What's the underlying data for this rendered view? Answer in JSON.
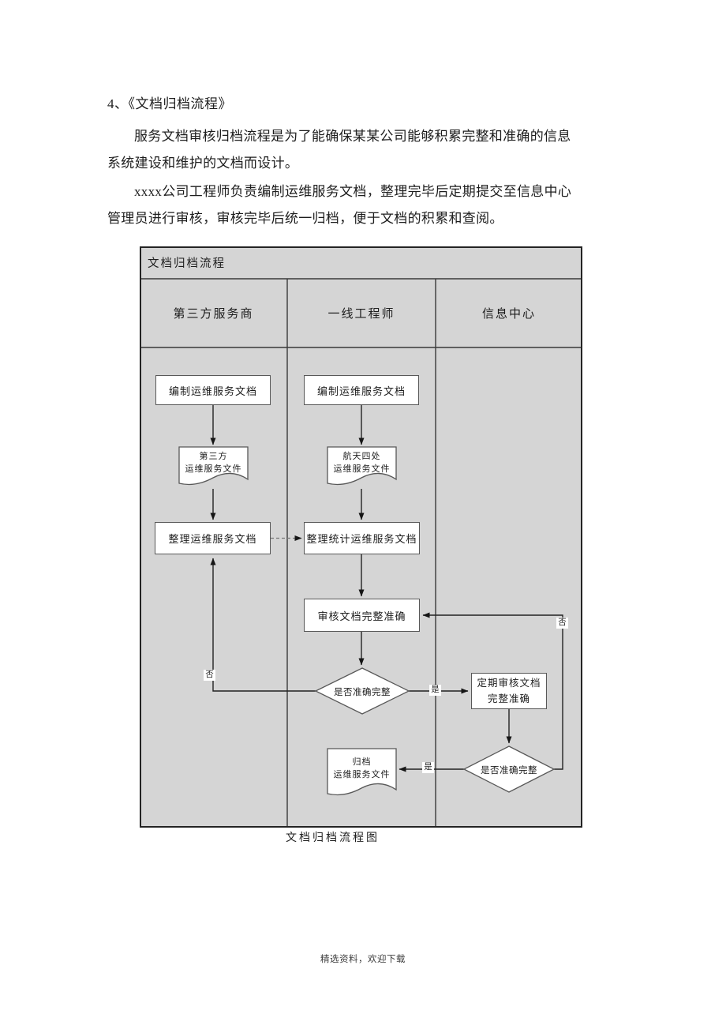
{
  "document": {
    "heading": "4、《文档归档流程》",
    "para1_line1": "服务文档审核归档流程是为了能确保某某公司能够积累完整和准确的信息",
    "para1_line2": "系统建设和维护的文档而设计。",
    "para2_line1": "xxxx公司工程师负责编制运维服务文档，整理完毕后定期提交至信息中心",
    "para2_line2": "管理员进行审核，审核完毕后统一归档，便于文档的积累和查阅。",
    "caption": "文档归档流程图",
    "footer": "精选资料，欢迎下载"
  },
  "flowchart": {
    "title": "文档归档流程",
    "lanes": [
      "第三方服务商",
      "一线工程师",
      "信息中心"
    ],
    "nodes": {
      "compile_doc_thirdparty": "编制运维服务文档",
      "compile_doc_engineer": "编制运维服务文档",
      "doc_thirdparty_line1": "第三方",
      "doc_thirdparty_line2": "运维服务文件",
      "doc_engineer_line1": "航天四处",
      "doc_engineer_line2": "运维服务文件",
      "organize_thirdparty": "整理运维服务文档",
      "organize_engineer": "整理统计运维服务文档",
      "review_doc": "审核文档完整准确",
      "decision1": "是否准确完整",
      "periodic_review_line1": "定期审核文档",
      "periodic_review_line2": "完整准确",
      "decision2": "是否准确完整",
      "doc_archive_line1": "归档",
      "doc_archive_line2": "运维服务文件"
    },
    "edge_labels": {
      "decision1_no": "否",
      "decision1_yes": "是",
      "decision2_yes": "是",
      "decision2_no": "否"
    },
    "colors": {
      "lane_background": "#d5d5d5",
      "node_fill": "#ffffff",
      "grid_line": "#3a3a3a",
      "arrow_line": "#222222"
    }
  }
}
